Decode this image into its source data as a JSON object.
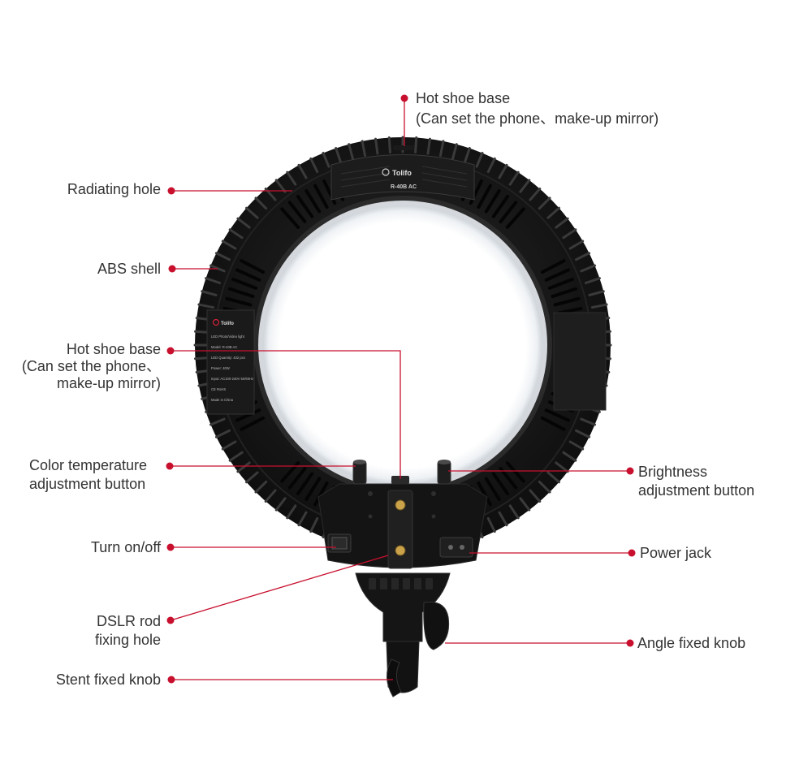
{
  "product": {
    "brand": "Tolifo",
    "model": "R-40B AC",
    "label_panel_lines": [
      "LED Photo/Video light",
      "Model: R-40B AC",
      "LED Quantity: 432 pcs",
      "Power: 40W",
      "Input: AC100-240V 50/60Hz",
      "CE  RoHS",
      "Made in China"
    ]
  },
  "colors": {
    "accent": "#c8102e",
    "text": "#333333",
    "device": "#161616"
  },
  "callouts": {
    "hot_shoe_top": {
      "line1": "Hot shoe base",
      "line2": "(Can set the phone、make-up mirror)"
    },
    "radiating_hole": {
      "line1": "Radiating hole"
    },
    "abs_shell": {
      "line1": "ABS shell"
    },
    "hot_shoe_left": {
      "line1": "Hot shoe base",
      "line2": "(Can set the phone、",
      "line3": "make-up mirror)"
    },
    "color_temp": {
      "line1": "Color temperature",
      "line2": "adjustment button"
    },
    "brightness": {
      "line1": "Brightness",
      "line2": "adjustment button"
    },
    "turn_on_off": {
      "line1": "Turn on/off"
    },
    "power_jack": {
      "line1": "Power jack"
    },
    "dslr_rod": {
      "line1": "DSLR rod",
      "line2": "fixing hole"
    },
    "angle_knob": {
      "line1": "Angle fixed knob"
    },
    "stent_knob": {
      "line1": "Stent fixed knob"
    }
  }
}
